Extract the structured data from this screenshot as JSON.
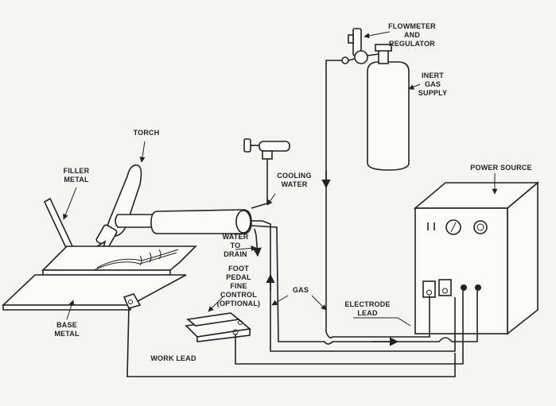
{
  "labels": {
    "flowmeter": [
      "FLOWMETER",
      "AND",
      "REGULATOR"
    ],
    "gas_supply": [
      "INERT",
      "GAS",
      "SUPPLY"
    ],
    "torch": "TORCH",
    "filler_metal": [
      "FILLER",
      "METAL"
    ],
    "cooling_water": [
      "COOLING",
      "WATER"
    ],
    "power_source": "POWER SOURCE",
    "water_drain": [
      "WATER",
      "TO",
      "DRAIN"
    ],
    "foot_pedal": [
      "FOOT",
      "PEDAL",
      "FINE",
      "CONTROL",
      "(OPTIONAL)"
    ],
    "gas": "GAS",
    "electrode_lead": [
      "ELECTRODE",
      "LEAD"
    ],
    "base_metal": [
      "BASE",
      "METAL"
    ],
    "work_lead": "WORK LEAD"
  }
}
